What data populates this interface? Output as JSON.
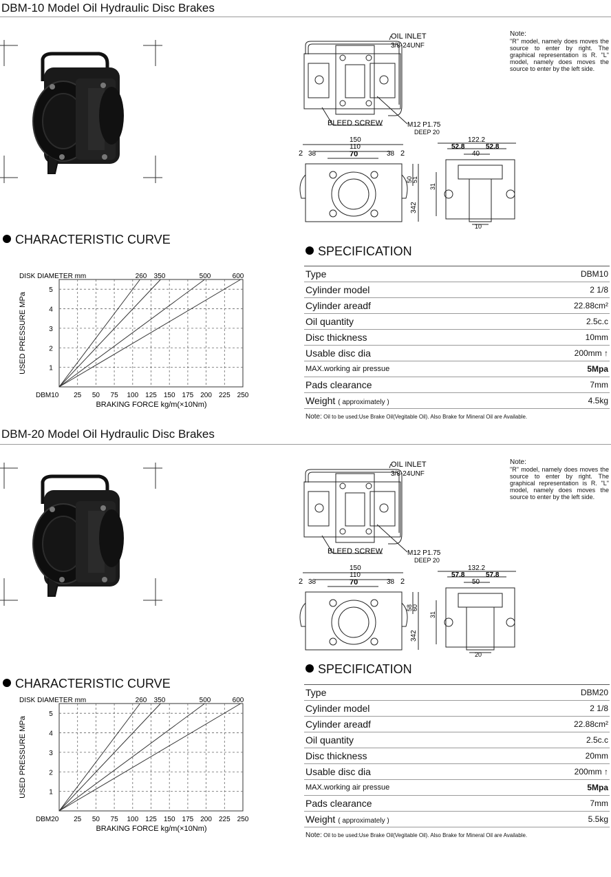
{
  "sections": [
    {
      "title": "DBM-10 Model Oil Hydraulic Disc Brakes",
      "model": "DBM10",
      "curve": {
        "heading": "CHARACTERISTIC CURVE",
        "disk_label": "DISK DIAMETER mm",
        "y_label": "USED PRESSURE MPa",
        "x_label": "BRAKING FORCE kg/m(×10Nm)",
        "x_origin_label": "DBM10",
        "x_ticks": [
          "25",
          "50",
          "75",
          "100",
          "125",
          "150",
          "175",
          "200",
          "225",
          "250"
        ],
        "y_ticks": [
          "1",
          "2",
          "3",
          "4",
          "5"
        ],
        "lines": [
          {
            "label": "260",
            "end_force": 110
          },
          {
            "label": "350",
            "end_force": 138
          },
          {
            "label": "500",
            "end_force": 198
          },
          {
            "label": "600",
            "end_force": 247
          }
        ]
      },
      "drawing": {
        "oil_inlet": "OIL INLET",
        "thread": "3/8-24UNF",
        "bleed": "BLEED SCREW",
        "m12": "M12 P1.75",
        "deep": "DEEP  20",
        "dims": {
          "d150": "150",
          "d110": "110",
          "d70": "70",
          "d2": "2",
          "d38": "38",
          "d342": "342",
          "d50": "50",
          "d51": "51",
          "d31": "31",
          "d122": "122.2",
          "d528": "52.8",
          "d40": "40",
          "d10": "10"
        }
      },
      "note": {
        "title": "Note:",
        "text": "\"R\" model, namely does moves the source to enter by right. The graphical representation is R. \"L\" model, namely does moves the source to enter by the left side."
      },
      "spec": {
        "heading": "SPECIFICATION",
        "rows": [
          {
            "label": "Type",
            "value": "DBM10"
          },
          {
            "label": "Cylinder model",
            "value": "2 1/8"
          },
          {
            "label": "Cylinder areadf",
            "value": "22.88cm²"
          },
          {
            "label": "Oil quantity",
            "value": "2.5c.c"
          },
          {
            "label": "Disc thickness",
            "value": "10mm"
          },
          {
            "label": "Usable disc dia",
            "value": "200mm ↑"
          },
          {
            "label": "MAX.working air pressue",
            "value": "5Mpa"
          },
          {
            "label": "Pads clearance",
            "value": "7mm"
          },
          {
            "label": "Weight",
            "sub": "( approximately )",
            "value": "4.5kg"
          }
        ],
        "footnote_head": "Note:",
        "footnote": " Oil to be used:Use Brake Oil(Vegitable Oil). Also Brake for Mineral Oil are Available."
      }
    },
    {
      "title": "DBM-20 Model Oil Hydraulic Disc Brakes",
      "model": "DBM20",
      "curve": {
        "heading": "CHARACTERISTIC CURVE",
        "disk_label": "DISK DIAMETER mm",
        "y_label": "USED PRESSURE MPa",
        "x_label": "BRAKING FORCE kg/m(×10Nm)",
        "x_origin_label": "DBM20",
        "x_ticks": [
          "25",
          "50",
          "75",
          "100",
          "125",
          "150",
          "175",
          "200",
          "225",
          "250"
        ],
        "y_ticks": [
          "1",
          "2",
          "3",
          "4",
          "5"
        ],
        "lines": [
          {
            "label": "260",
            "end_force": 110
          },
          {
            "label": "350",
            "end_force": 138
          },
          {
            "label": "500",
            "end_force": 198
          },
          {
            "label": "600",
            "end_force": 247
          }
        ]
      },
      "drawing": {
        "oil_inlet": "OIL INLET",
        "thread": "3/8-24UNF",
        "bleed": "BLEED SCREW",
        "m12": "M12 P1.75",
        "deep": "DEEP  20",
        "dims": {
          "d150": "150",
          "d110": "110",
          "d70": "70",
          "d2": "2",
          "d38": "38",
          "d342": "342",
          "d50": "58",
          "d51": "60",
          "d31": "31",
          "d122": "132.2",
          "d528": "57.8",
          "d40": "50",
          "d10": "20"
        }
      },
      "note": {
        "title": "Note:",
        "text": "\"R\" model, namely does moves the source to enter by right. The graphical representation is R. \"L\" model, namely does moves the source to enter by the left side."
      },
      "spec": {
        "heading": "SPECIFICATION",
        "rows": [
          {
            "label": "Type",
            "value": "DBM20"
          },
          {
            "label": "Cylinder model",
            "value": "2 1/8"
          },
          {
            "label": "Cylinder areadf",
            "value": "22.88cm²"
          },
          {
            "label": "Oil quantity",
            "value": "2.5c.c"
          },
          {
            "label": "Disc thickness",
            "value": "20mm"
          },
          {
            "label": "Usable disc dia",
            "value": "200mm ↑"
          },
          {
            "label": "MAX.working air pressue",
            "value": "5Mpa"
          },
          {
            "label": "Pads clearance",
            "value": "7mm"
          },
          {
            "label": "Weight",
            "sub": "( approximately )",
            "value": "5.5kg"
          }
        ],
        "footnote_head": "Note:",
        "footnote": " Oil to be used:Use Brake Oil(Vegitable Oil). Also Brake for Mineral Oil are Available."
      }
    }
  ]
}
